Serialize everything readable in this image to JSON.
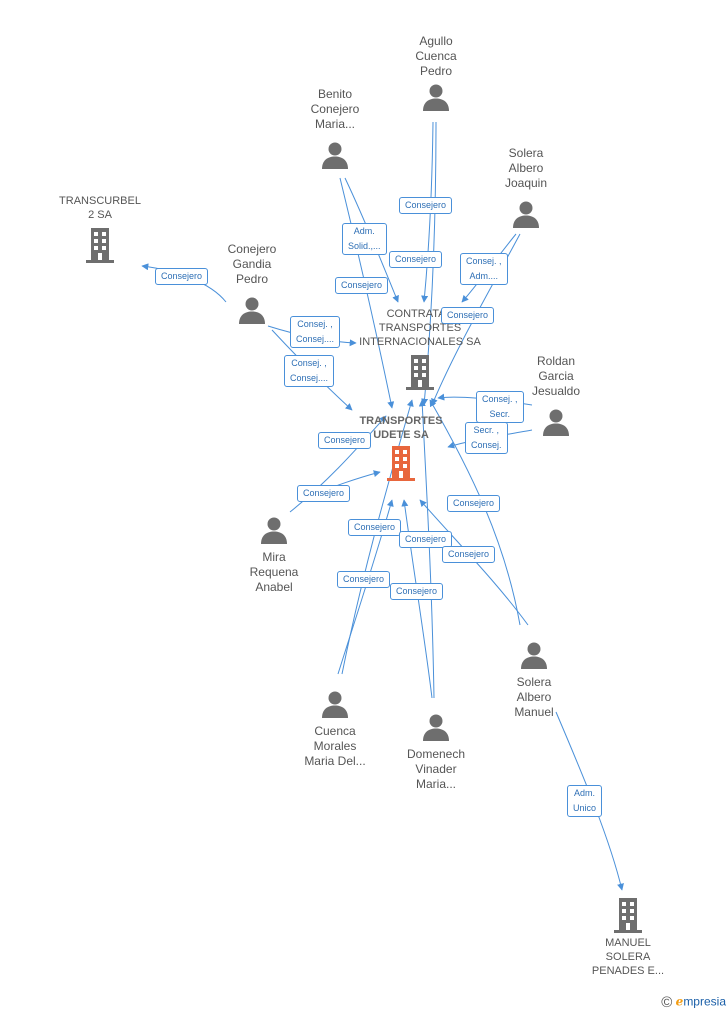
{
  "nodes": {
    "transportes_udete": {
      "label": "TRANSPORTES\nUDETE SA",
      "color": "#e8663d"
    },
    "contratac": {
      "label": "CONTRATAC\nTRANSPORTES\nINTERNACIONALES SA",
      "color": "#6e6e6e"
    },
    "transcurbel": {
      "label": "TRANSCURBEL\n2 SA",
      "color": "#6e6e6e"
    },
    "manuel_solera_penades": {
      "label": "MANUEL\nSOLERA\nPENADES E...",
      "color": "#6e6e6e"
    },
    "agullo": {
      "label": "Agullo\nCuenca\nPedro"
    },
    "benito": {
      "label": "Benito\nConejero\nMaria..."
    },
    "solera_joaquin": {
      "label": "Solera\nAlbero\nJoaquin"
    },
    "conejero_gandia": {
      "label": "Conejero\nGandia\nPedro"
    },
    "roldan": {
      "label": "Roldan\nGarcia\nJesualdo"
    },
    "mira": {
      "label": "Mira\nRequena\nAnabel"
    },
    "solera_manuel": {
      "label": "Solera\nAlbero\nManuel"
    },
    "cuenca_morales": {
      "label": "Cuenca\nMorales\nMaria Del..."
    },
    "domenech": {
      "label": "Domenech\nVinader\nMaria..."
    }
  },
  "badges": {
    "b1": "Consejero",
    "b2": "Adm.\nSolid.,...",
    "b3": "Consejero",
    "b4": "Consejero",
    "b5": "Consej. ,\nAdm....",
    "b6": "Consejero",
    "b7": "Consejero",
    "b8": "Consej. ,\nConsej....",
    "b9": "Consej. ,\nConsej....",
    "b10": "Consej. ,\nSecr.",
    "b11": "Secr. ,\nConsej.",
    "b12": "Consejero",
    "b13": "Consejero",
    "b14": "Consejero",
    "b15": "Consejero",
    "b16": "Consejero",
    "b17": "Consejero",
    "b18": "Consejero",
    "b19": "Consejero",
    "b20": "Adm.\nUnico"
  },
  "colors": {
    "edge": "#4a90d9",
    "person": "#6e6e6e",
    "main_company": "#e8663d",
    "company": "#6e6e6e"
  },
  "footer": {
    "copyright": "©",
    "brand_e": "e",
    "brand_rest": "mpresia"
  }
}
